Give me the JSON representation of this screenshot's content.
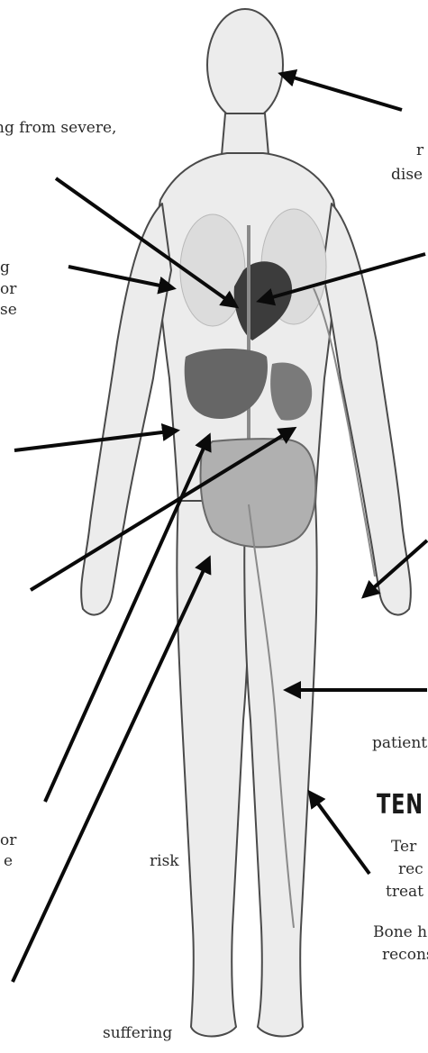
{
  "fragments": {
    "t1": "ng from severe,",
    "t2": "r",
    "t3": "dise",
    "t4": "g",
    "t5": "or",
    "t6": "se",
    "t7": "patient",
    "t8": "or",
    "t9": "e",
    "t10": "risk",
    "t11": "Ter",
    "t12": "rec",
    "t13": "treat",
    "t14": "Bone h",
    "t15": "recons",
    "t16": "suffering"
  },
  "heading": "TEN",
  "colors": {
    "arrow": "#0a0a0a",
    "body_fill": "#ececec",
    "body_outline": "#4a4a4a",
    "organ_dark": "#3c3c3c",
    "organ_mid": "#666666",
    "vessel": "#8a8a8a"
  }
}
